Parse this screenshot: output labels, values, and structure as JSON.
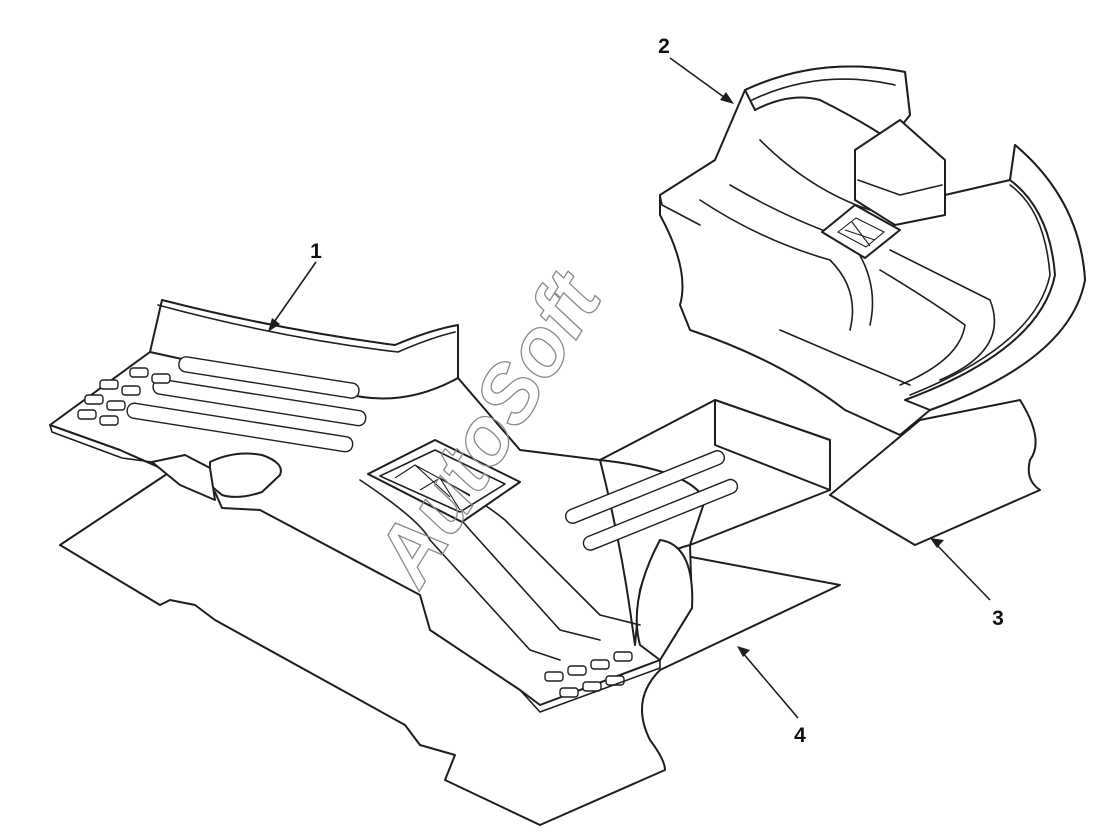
{
  "diagram": {
    "callouts": [
      {
        "id": "1",
        "label": "1"
      },
      {
        "id": "2",
        "label": "2"
      },
      {
        "id": "3",
        "label": "3"
      },
      {
        "id": "4",
        "label": "4"
      }
    ],
    "watermark": "AutoSoft",
    "colors": {
      "ink": "#1e1e1e",
      "background": "#ffffff",
      "watermark": "#8a8a8a"
    }
  }
}
